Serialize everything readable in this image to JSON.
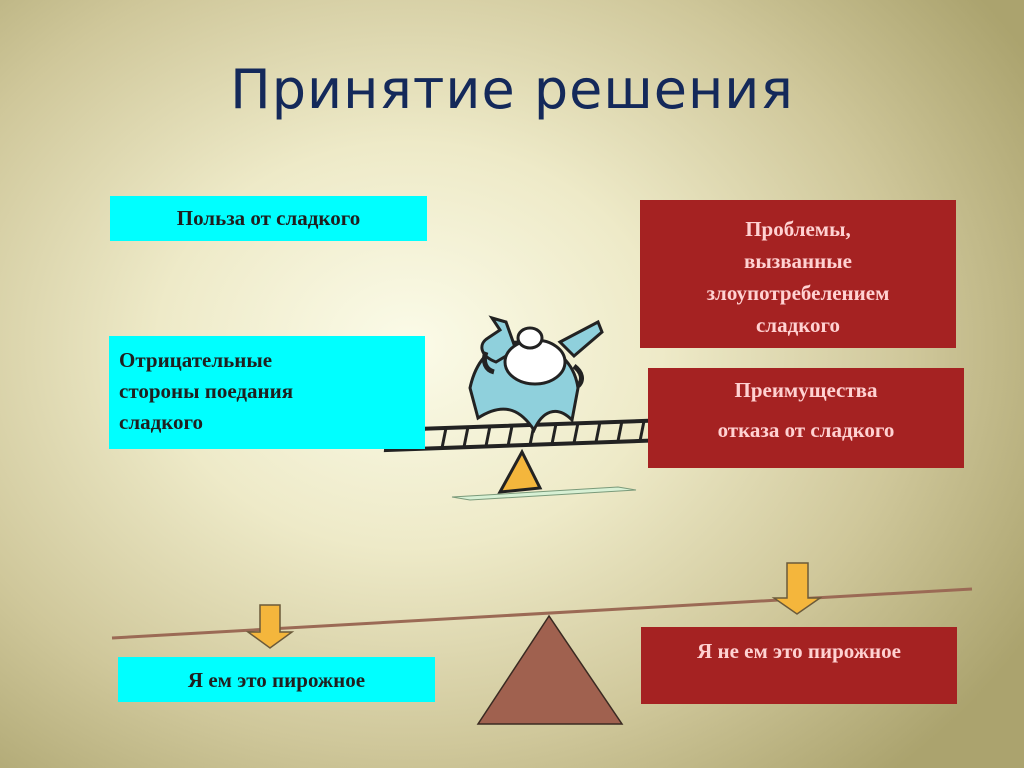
{
  "slide": {
    "title": "Принятие решения"
  },
  "boxes": {
    "benefit": "Польза от сладкого",
    "negative_lines": [
      "Отрицательные",
      "стороны поедания",
      "сладкого"
    ],
    "problems_lines": [
      "Проблемы,",
      "вызванные",
      "злоупотребелением",
      "сладкого"
    ],
    "advantages_lines": [
      "Преимущества",
      "отказа от сладкого"
    ],
    "eat": "Я ем это пирожное",
    "no_eat": "Я не ем это пирожное"
  },
  "colors": {
    "title": "#14295a",
    "cyan_box": "#00ffff",
    "red_box": "#a52222",
    "arrow": "#f4b63c",
    "fulcrum": "#a0614f",
    "beam": "#9b6a55"
  },
  "icons": [
    "balancing-figure-clipart",
    "down-arrow-icon",
    "triangle-fulcrum"
  ]
}
